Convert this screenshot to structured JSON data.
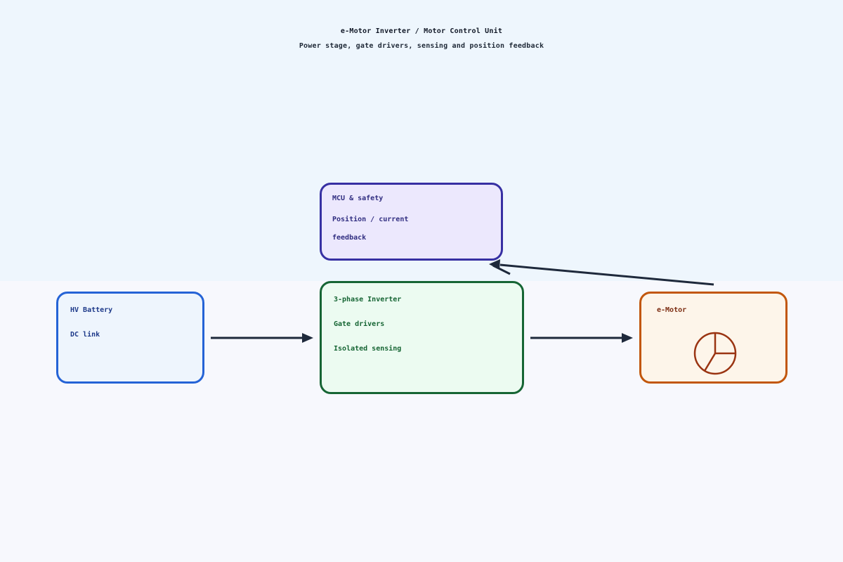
{
  "title": "e-Motor Inverter / Motor Control Unit",
  "subtitle": "Power stage, gate drivers, sensing and position feedback",
  "blocks": {
    "battery": {
      "line1": "HV Battery",
      "line2": "DC link"
    },
    "inverter": {
      "line1": "3-phase Inverter",
      "line2": "Gate drivers",
      "line3": "Isolated sensing"
    },
    "mcu": {
      "line1": "MCU & safety",
      "line2": "Position / current",
      "line3": "feedback"
    },
    "motor": {
      "line1": "e-Motor"
    }
  },
  "colors": {
    "battery": "#2563d6",
    "inverter": "#166534",
    "mcu": "#3730a3",
    "motor": "#c2570c",
    "arrow": "#1e293b"
  },
  "icons": {
    "motor_symbol": "motor-rotor-icon"
  }
}
